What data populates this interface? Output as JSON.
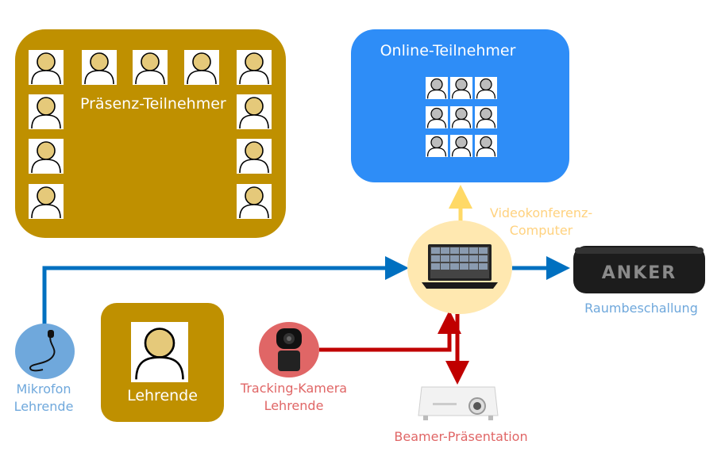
{
  "colors": {
    "gold": "#bf9000",
    "blue_box": "#2e8df7",
    "blue_line": "#0070c0",
    "red_line": "#c00000",
    "yellow_arrow": "#ffd966",
    "yellow_circle": "#ffe8b0",
    "label_blue": "#6fa8dc",
    "label_red": "#e06666",
    "label_yellow": "#ffd27f"
  },
  "presence_box": {
    "title": "Präsenz-Teilnehmer"
  },
  "online_box": {
    "title": "Online-Teilnehmer"
  },
  "teacher_box": {
    "title": "Lehrende"
  },
  "nodes": {
    "computer": {
      "label_line1": "Videokonferenz-",
      "label_line2": "Computer",
      "icon": "laptop-icon"
    },
    "speaker": {
      "label": "Raumbeschallung",
      "brand": "ANKER",
      "icon": "speaker-icon"
    },
    "microphone": {
      "label_line1": "Mikrofon",
      "label_line2": "Lehrende",
      "icon": "lavalier-microphone-icon"
    },
    "camera": {
      "label_line1": "Tracking-Kamera",
      "label_line2": "Lehrende",
      "icon": "tracking-camera-icon"
    },
    "projector": {
      "label": "Beamer-Präsentation",
      "icon": "projector-icon"
    }
  }
}
